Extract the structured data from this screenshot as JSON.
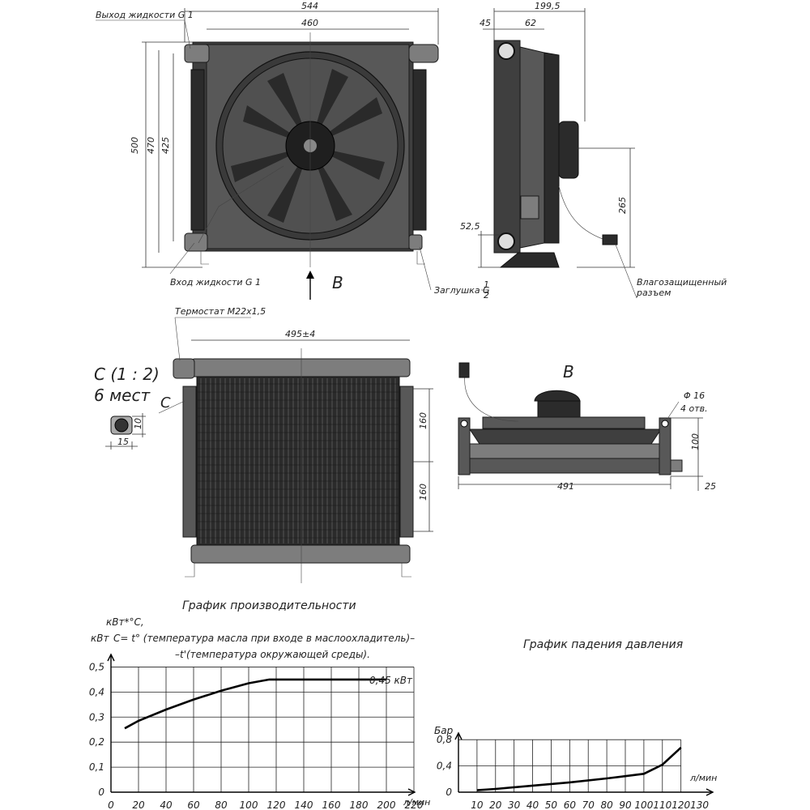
{
  "labels": {
    "outlet": "Выход жидкости G 1",
    "inlet": "Вход жидкости G 1",
    "plug": "Заглушка G",
    "plug_frac_num": "1",
    "plug_frac_den": "2",
    "view_arrow": "B",
    "connector_line1": "Влагозащищенный",
    "connector_line2": "разъем",
    "thermostat": "Термостат M22x1,5",
    "detail_title": "C (1 : 2)",
    "detail_count": "6 мест",
    "detail_callout": "C",
    "view_b_title": "B",
    "holes_dia": "Φ 16",
    "holes_count": "4 отв."
  },
  "dims": {
    "top_width": "544",
    "inner_width": "460",
    "height_500": "500",
    "height_470": "470",
    "height_425": "425",
    "side_total": "199,5",
    "side_45": "45",
    "side_62": "62",
    "side_52_5": "52,5",
    "side_265": "265",
    "back_width": "495±4",
    "back_160a": "160",
    "back_160b": "160",
    "detail_10": "10",
    "detail_15": "15",
    "b_width": "491",
    "b_100": "100",
    "b_25": "25"
  },
  "chart_data": [
    {
      "type": "line",
      "title": "График производительности",
      "ylabel_line1": "кВт*°С,",
      "ylabel_unit": "кВт",
      "ylabel_note1": "С= t° (температура масла при входе в маслоохладитель)–",
      "ylabel_note2": "–t'(температура окружающей среды).",
      "xlabel": "л/мин",
      "x_ticks": [
        0,
        20,
        40,
        60,
        80,
        100,
        120,
        140,
        160,
        180,
        200,
        220
      ],
      "y_ticks": [
        0,
        0.1,
        0.2,
        0.3,
        0.4,
        0.5
      ],
      "x_tick_labels": [
        "0",
        "20",
        "40",
        "60",
        "80",
        "100",
        "120",
        "140",
        "160",
        "180",
        "200",
        "220"
      ],
      "y_tick_labels": [
        "0",
        "0,1",
        "0,2",
        "0,3",
        "0,4",
        "0,5"
      ],
      "xlim": [
        0,
        230
      ],
      "ylim": [
        0,
        0.55
      ],
      "annotation": "0,45 кВт",
      "series": [
        {
          "x": [
            10,
            20,
            40,
            60,
            80,
            100,
            115,
            125,
            140,
            160,
            180,
            200
          ],
          "y": [
            0.255,
            0.285,
            0.33,
            0.37,
            0.405,
            0.435,
            0.45,
            0.45,
            0.45,
            0.45,
            0.45,
            0.45
          ]
        }
      ]
    },
    {
      "type": "line",
      "title": "График падения давления",
      "ylabel": "Бар",
      "xlabel": "л/мин",
      "x_ticks": [
        0,
        10,
        20,
        30,
        40,
        50,
        60,
        70,
        80,
        90,
        100,
        110,
        120,
        130
      ],
      "y_ticks": [
        0,
        0.4,
        0.8
      ],
      "x_tick_labels": [
        "10",
        "20",
        "30",
        "40",
        "50",
        "60",
        "70",
        "80",
        "90",
        "100",
        "110",
        "120",
        "130"
      ],
      "y_tick_labels": [
        "0",
        "0,4",
        "0,8"
      ],
      "xlim": [
        0,
        135
      ],
      "ylim": [
        0,
        1.0
      ],
      "series": [
        {
          "x": [
            10,
            20,
            40,
            60,
            80,
            100,
            110,
            120
          ],
          "y": [
            0.03,
            0.05,
            0.1,
            0.15,
            0.21,
            0.28,
            0.42,
            0.68
          ]
        }
      ]
    }
  ]
}
